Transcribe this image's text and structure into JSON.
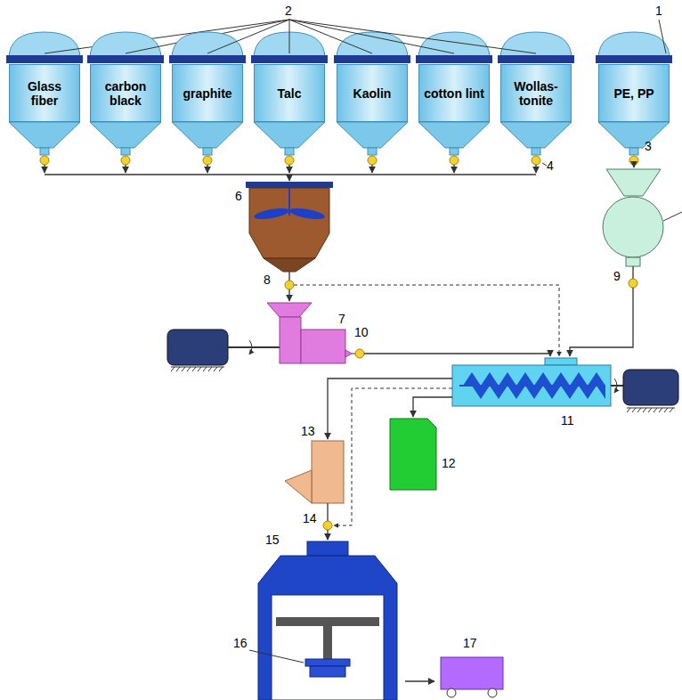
{
  "diagram": {
    "nodes": [
      {
        "text": [
          "Glass fiber"
        ]
      },
      {
        "text": [
          "carbon black"
        ]
      },
      {
        "text": [
          "graphite"
        ]
      },
      {
        "text": [
          "Talc"
        ]
      },
      {
        "text": [
          "Kaolin"
        ]
      },
      {
        "text": [
          "cotton lint"
        ]
      },
      {
        "text": [
          "Wollas- tonite"
        ]
      },
      {
        "text": [
          "PE, PP"
        ]
      }
    ],
    "labels": [
      "2",
      "1",
      "4",
      "3",
      "6",
      "8",
      "7",
      "10",
      "9",
      "11",
      "12",
      "13",
      "14",
      "15",
      "16",
      "17"
    ]
  }
}
